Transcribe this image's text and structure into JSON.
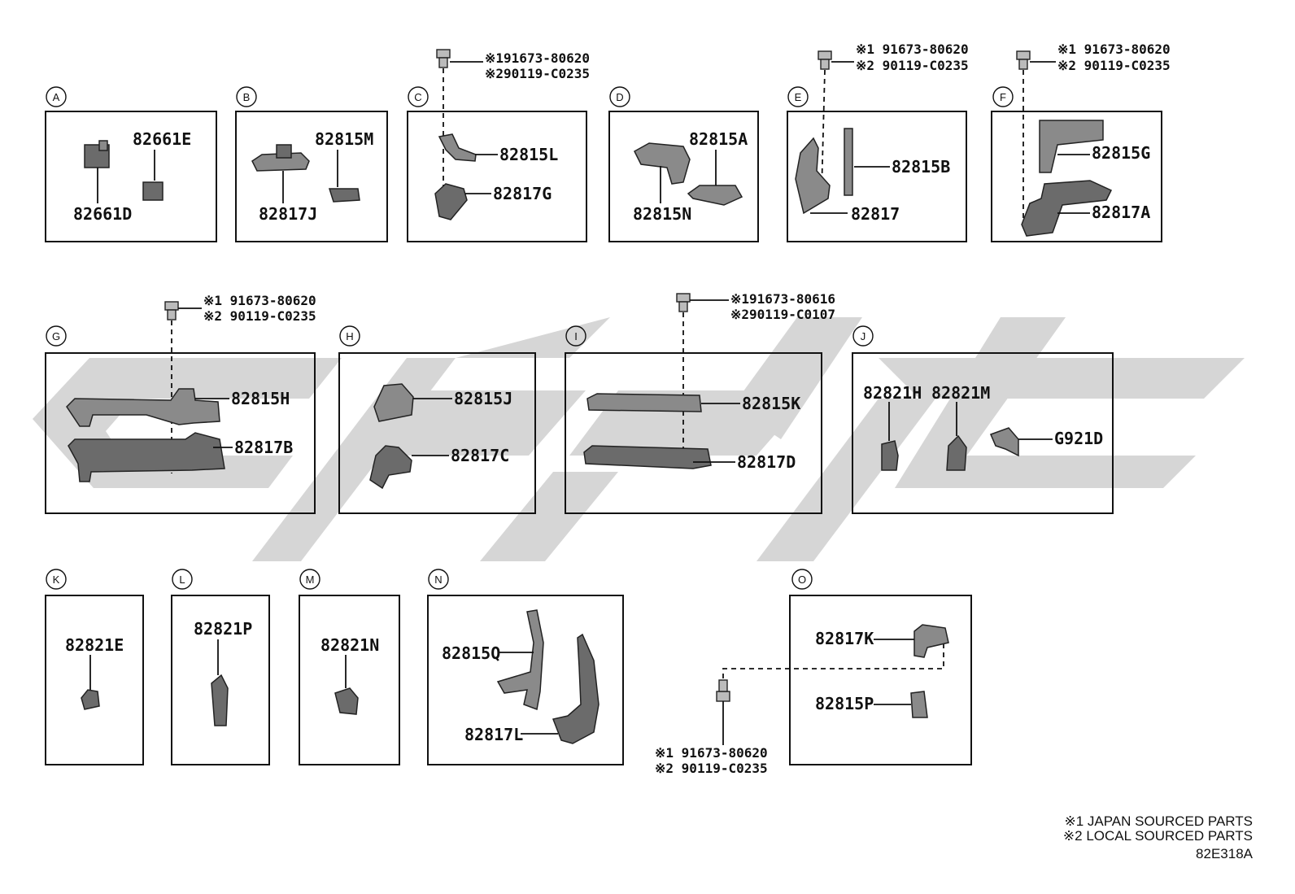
{
  "sections": [
    {
      "letter": "A",
      "parts": [
        "82661E",
        "82661D"
      ]
    },
    {
      "letter": "B",
      "parts": [
        "82815M",
        "82817J"
      ]
    },
    {
      "letter": "C",
      "parts": [
        "82815L",
        "82817G"
      ],
      "bolt": [
        "※191673-80620",
        "※290119-C0235"
      ]
    },
    {
      "letter": "D",
      "parts": [
        "82815A",
        "82815N"
      ]
    },
    {
      "letter": "E",
      "parts": [
        "82815B",
        "82817"
      ],
      "bolt": [
        "※1 91673-80620",
        "※2 90119-C0235"
      ]
    },
    {
      "letter": "F",
      "parts": [
        "82815G",
        "82817A"
      ],
      "bolt": [
        "※1 91673-80620",
        "※2 90119-C0235"
      ]
    },
    {
      "letter": "G",
      "parts": [
        "82815H",
        "82817B"
      ],
      "bolt": [
        "※1 91673-80620",
        "※2 90119-C0235"
      ]
    },
    {
      "letter": "H",
      "parts": [
        "82815J",
        "82817C"
      ]
    },
    {
      "letter": "I",
      "parts": [
        "82815K",
        "82817D"
      ],
      "bolt": [
        "※191673-80616",
        "※290119-C0107"
      ]
    },
    {
      "letter": "J",
      "parts": [
        "82821H",
        "82821M",
        "G921D"
      ]
    },
    {
      "letter": "K",
      "parts": [
        "82821E"
      ]
    },
    {
      "letter": "L",
      "parts": [
        "82821P"
      ]
    },
    {
      "letter": "M",
      "parts": [
        "82821N"
      ]
    },
    {
      "letter": "N",
      "parts": [
        "82815Q",
        "82817L"
      ]
    },
    {
      "letter": "O",
      "parts": [
        "82817K",
        "82815P"
      ],
      "bolt": [
        "※1 91673-80620",
        "※2 90119-C0235"
      ]
    }
  ],
  "legend": [
    "※1 JAPAN SOURCED PARTS",
    "※2 LOCAL SOURCED PARTS"
  ],
  "diagram_code": "82E318A"
}
